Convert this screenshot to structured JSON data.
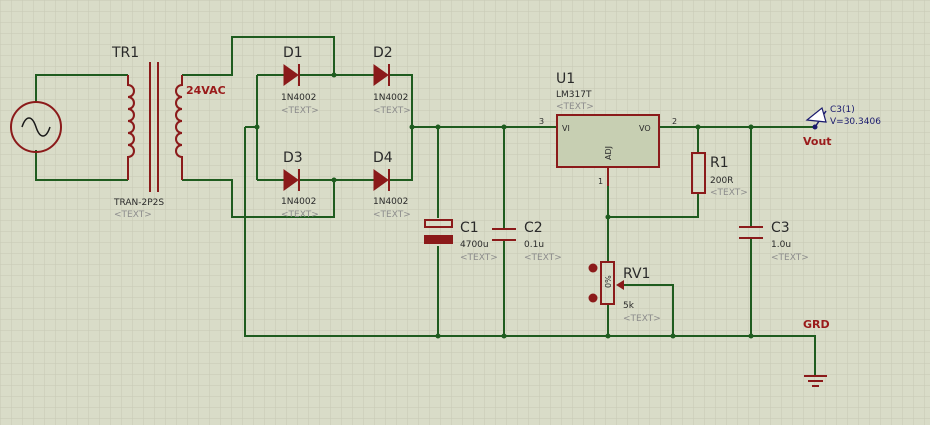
{
  "colors": {
    "background": "#d9dcc8",
    "grid": "#c6c9b5",
    "wire": "#1f5c1f",
    "component": "#8b1a1a",
    "chip_fill": "#c7cfb2",
    "label": "#9a1a1a",
    "probe": "#1a1a6e"
  },
  "transformer": {
    "ref": "TR1",
    "value": "TRAN-2P2S",
    "tag": "<TEXT>",
    "secondary_label": "24VAC"
  },
  "source": {
    "icon": "ac-source-icon"
  },
  "diodes": [
    {
      "ref": "D1",
      "value": "1N4002",
      "tag": "<TEXT>"
    },
    {
      "ref": "D2",
      "value": "1N4002",
      "tag": "<TEXT>"
    },
    {
      "ref": "D3",
      "value": "1N4002",
      "tag": "<TEXT>"
    },
    {
      "ref": "D4",
      "value": "1N4002",
      "tag": "<TEXT>"
    }
  ],
  "capacitors": [
    {
      "ref": "C1",
      "value": "4700u",
      "tag": "<TEXT>"
    },
    {
      "ref": "C2",
      "value": "0.1u",
      "tag": "<TEXT>"
    },
    {
      "ref": "C3",
      "value": "1.0u",
      "tag": "<TEXT>"
    }
  ],
  "regulator": {
    "ref": "U1",
    "value": "LM317T",
    "tag": "<TEXT>",
    "pin_vi": "VI",
    "pin_vo": "VO",
    "pin_adj": "ADJ",
    "pin_num_vi": "3",
    "pin_num_vo": "2",
    "pin_num_adj": "1"
  },
  "resistor": {
    "ref": "R1",
    "value": "200R",
    "tag": "<TEXT>"
  },
  "potentiometer": {
    "ref": "RV1",
    "value": "5k",
    "tag": "<TEXT>",
    "body_text": "0%"
  },
  "probe": {
    "name": "C3(1)",
    "reading": "V=30.3406"
  },
  "net_labels": {
    "output": "Vout",
    "ground": "GRD"
  }
}
